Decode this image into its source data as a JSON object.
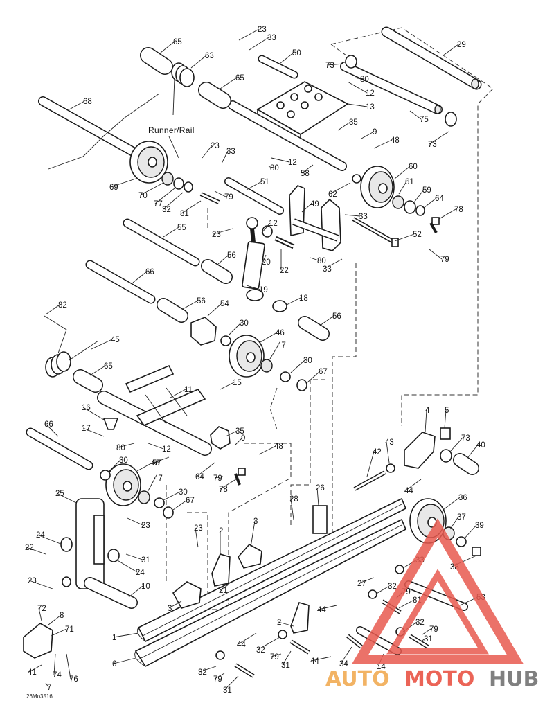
{
  "diagram": {
    "title": "Runner/Rail",
    "drawing_code": "26Mo3516",
    "parts": [
      {
        "id": "p23a",
        "num": "23"
      },
      {
        "id": "p33a",
        "num": "33"
      },
      {
        "id": "p50",
        "num": "50"
      },
      {
        "id": "p29",
        "num": "29"
      },
      {
        "id": "p65a",
        "num": "65"
      },
      {
        "id": "p63",
        "num": "63"
      },
      {
        "id": "p73a",
        "num": "73"
      },
      {
        "id": "p80a",
        "num": "80"
      },
      {
        "id": "p65b",
        "num": "65"
      },
      {
        "id": "p12a",
        "num": "12"
      },
      {
        "id": "p68",
        "num": "68"
      },
      {
        "id": "p13",
        "num": "13"
      },
      {
        "id": "p75",
        "num": "75"
      },
      {
        "id": "p35a",
        "num": "35"
      },
      {
        "id": "p9a",
        "num": "9"
      },
      {
        "id": "p73b",
        "num": "73"
      },
      {
        "id": "p48a",
        "num": "48"
      },
      {
        "id": "p23b",
        "num": "23"
      },
      {
        "id": "p33b",
        "num": "33"
      },
      {
        "id": "p12b",
        "num": "12"
      },
      {
        "id": "p80b",
        "num": "80"
      },
      {
        "id": "p58",
        "num": "58"
      },
      {
        "id": "p60",
        "num": "60"
      },
      {
        "id": "p69",
        "num": "69"
      },
      {
        "id": "p70",
        "num": "70"
      },
      {
        "id": "p51",
        "num": "51"
      },
      {
        "id": "p62",
        "num": "62"
      },
      {
        "id": "p61",
        "num": "61"
      },
      {
        "id": "p59",
        "num": "59"
      },
      {
        "id": "p77",
        "num": "77"
      },
      {
        "id": "p32a",
        "num": "32"
      },
      {
        "id": "p79a",
        "num": "79"
      },
      {
        "id": "p49",
        "num": "49"
      },
      {
        "id": "p64a",
        "num": "64"
      },
      {
        "id": "p81a",
        "num": "81"
      },
      {
        "id": "p78a",
        "num": "78"
      },
      {
        "id": "p33c",
        "num": "33"
      },
      {
        "id": "p55",
        "num": "55"
      },
      {
        "id": "p23c",
        "num": "23"
      },
      {
        "id": "p12c",
        "num": "12"
      },
      {
        "id": "p52",
        "num": "52"
      },
      {
        "id": "p20",
        "num": "20"
      },
      {
        "id": "p56a",
        "num": "56"
      },
      {
        "id": "p22a",
        "num": "22"
      },
      {
        "id": "p80c",
        "num": "80"
      },
      {
        "id": "p79b",
        "num": "79"
      },
      {
        "id": "p33d",
        "num": "33"
      },
      {
        "id": "p66a",
        "num": "66"
      },
      {
        "id": "p19",
        "num": "19"
      },
      {
        "id": "p18",
        "num": "18"
      },
      {
        "id": "p56b",
        "num": "56"
      },
      {
        "id": "p56c",
        "num": "56"
      },
      {
        "id": "p54",
        "num": "54"
      },
      {
        "id": "p82",
        "num": "82"
      },
      {
        "id": "p30a",
        "num": "30"
      },
      {
        "id": "p46a",
        "num": "46"
      },
      {
        "id": "p45",
        "num": "45"
      },
      {
        "id": "p47a",
        "num": "47"
      },
      {
        "id": "p65c",
        "num": "65"
      },
      {
        "id": "p30b",
        "num": "30"
      },
      {
        "id": "p67a",
        "num": "67"
      },
      {
        "id": "p15",
        "num": "15"
      },
      {
        "id": "p11",
        "num": "11"
      },
      {
        "id": "p16",
        "num": "16"
      },
      {
        "id": "p35b",
        "num": "35"
      },
      {
        "id": "p4",
        "num": "4"
      },
      {
        "id": "p5",
        "num": "5"
      },
      {
        "id": "p17",
        "num": "17"
      },
      {
        "id": "p9b",
        "num": "9"
      },
      {
        "id": "p73c",
        "num": "73"
      },
      {
        "id": "p80d",
        "num": "80"
      },
      {
        "id": "p12d",
        "num": "12"
      },
      {
        "id": "p43",
        "num": "43"
      },
      {
        "id": "p40",
        "num": "40"
      },
      {
        "id": "p66b",
        "num": "66"
      },
      {
        "id": "p48b",
        "num": "48"
      },
      {
        "id": "p57",
        "num": "57"
      },
      {
        "id": "p42",
        "num": "42"
      },
      {
        "id": "p30c",
        "num": "30"
      },
      {
        "id": "p46b",
        "num": "46"
      },
      {
        "id": "p64b",
        "num": "64"
      },
      {
        "id": "p79c",
        "num": "79"
      },
      {
        "id": "p78b",
        "num": "78"
      },
      {
        "id": "p44a",
        "num": "44"
      },
      {
        "id": "p25",
        "num": "25"
      },
      {
        "id": "p47b",
        "num": "47"
      },
      {
        "id": "p30d",
        "num": "30"
      },
      {
        "id": "p36",
        "num": "36"
      },
      {
        "id": "p67b",
        "num": "67"
      },
      {
        "id": "p26",
        "num": "26"
      },
      {
        "id": "p28",
        "num": "28"
      },
      {
        "id": "p23d",
        "num": "23"
      },
      {
        "id": "p37",
        "num": "37"
      },
      {
        "id": "p39",
        "num": "39"
      },
      {
        "id": "p24a",
        "num": "24"
      },
      {
        "id": "p3a",
        "num": "3"
      },
      {
        "id": "p23e",
        "num": "23"
      },
      {
        "id": "p2a",
        "num": "2"
      },
      {
        "id": "p22b",
        "num": "22"
      },
      {
        "id": "p31a",
        "num": "31"
      },
      {
        "id": "p33e",
        "num": "33"
      },
      {
        "id": "p38",
        "num": "38"
      },
      {
        "id": "p24b",
        "num": "24"
      },
      {
        "id": "p27",
        "num": "27"
      },
      {
        "id": "p23f",
        "num": "23"
      },
      {
        "id": "p21",
        "num": "21"
      },
      {
        "id": "p32b",
        "num": "32"
      },
      {
        "id": "p79d",
        "num": "79"
      },
      {
        "id": "p10",
        "num": "10"
      },
      {
        "id": "p81b",
        "num": "81"
      },
      {
        "id": "p53",
        "num": "53"
      },
      {
        "id": "p3b",
        "num": "3"
      },
      {
        "id": "p44b",
        "num": "44"
      },
      {
        "id": "p72",
        "num": "72"
      },
      {
        "id": "p8",
        "num": "8"
      },
      {
        "id": "p2b",
        "num": "2"
      },
      {
        "id": "p71",
        "num": "71"
      },
      {
        "id": "p32c",
        "num": "32"
      },
      {
        "id": "p79e",
        "num": "79"
      },
      {
        "id": "p31b",
        "num": "31"
      },
      {
        "id": "p1",
        "num": "1"
      },
      {
        "id": "p44c",
        "num": "44"
      },
      {
        "id": "p32d",
        "num": "32"
      },
      {
        "id": "p79f",
        "num": "79"
      },
      {
        "id": "p31c",
        "num": "31"
      },
      {
        "id": "p44d",
        "num": "44"
      },
      {
        "id": "p34",
        "num": "34"
      },
      {
        "id": "p14",
        "num": "14"
      },
      {
        "id": "p6",
        "num": "6"
      },
      {
        "id": "p41",
        "num": "41"
      },
      {
        "id": "p74",
        "num": "74"
      },
      {
        "id": "p76",
        "num": "76"
      },
      {
        "id": "p7",
        "num": "7"
      },
      {
        "id": "p32e",
        "num": "32"
      },
      {
        "id": "p79g",
        "num": "79"
      },
      {
        "id": "p31d",
        "num": "31"
      }
    ]
  },
  "watermark": {
    "auto": "AUTO",
    "moto": "MOTO",
    "hub": "HUB",
    "colors": {
      "auto": "#f0a64a",
      "moto": "#e84a3a",
      "hub": "#6b6b6b",
      "triangle": "#e85a50"
    }
  }
}
